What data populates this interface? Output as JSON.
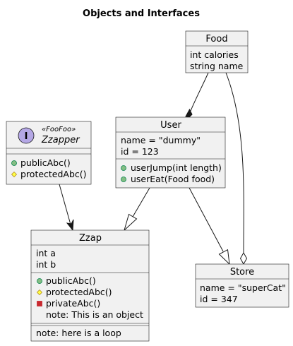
{
  "diagram": {
    "title": "Objects and Interfaces",
    "interface_marker": "I",
    "classes": {
      "food": {
        "name": "Food",
        "fields": [
          "int calories",
          "string name"
        ]
      },
      "user": {
        "name": "User",
        "fields": [
          "name = \"dummy\"",
          "id = 123"
        ],
        "methods": [
          "userJump(int length)",
          "userEat(Food food)"
        ]
      },
      "zzapper": {
        "stereotype": "«FooFoo»",
        "name": "Zzapper",
        "methods": [
          "publicAbc()",
          "protectedAbc()"
        ]
      },
      "zzap": {
        "name": "Zzap",
        "fields": [
          "int a",
          "int b"
        ],
        "methods": [
          "publicAbc()",
          "protectedAbc()",
          "privateAbc()"
        ],
        "note_line": "note: This is an object",
        "footer_note": "note: here is a loop"
      },
      "store": {
        "name": "Store",
        "fields": [
          "name = \"superCat\"",
          "id = 347"
        ]
      }
    }
  },
  "colors": {
    "box_fill": "#f1f1f1",
    "border": "#181818",
    "public_marker": "#84be84",
    "protected_marker": "#ffff44",
    "private_marker": "#c82930",
    "interface_circle": "#b4a7e5"
  }
}
